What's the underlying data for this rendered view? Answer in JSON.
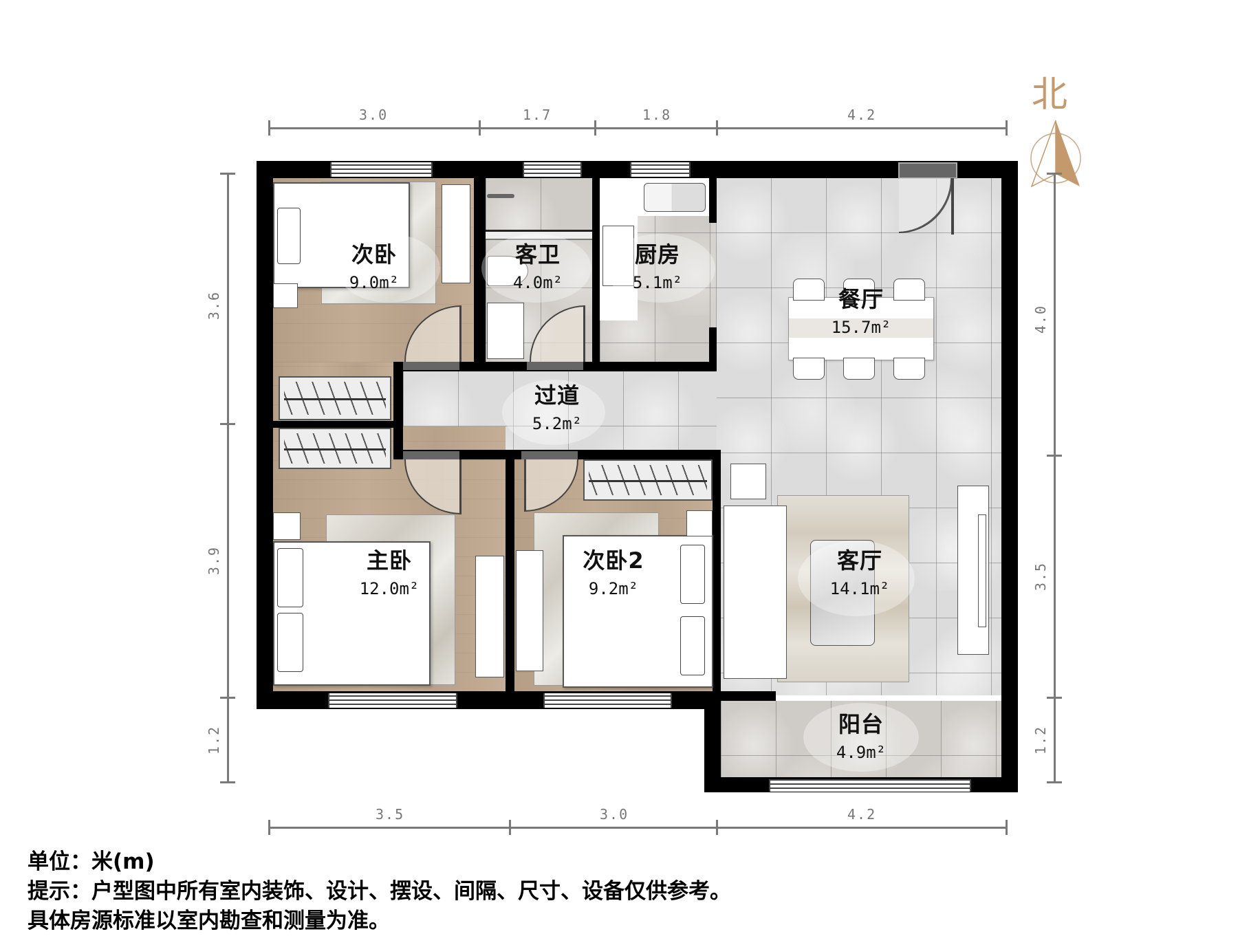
{
  "compass": {
    "label": "北",
    "color": "#c49a6c"
  },
  "dimensions": {
    "top": [
      "3.0",
      "1.7",
      "1.8",
      "4.2"
    ],
    "bottom": [
      "3.5",
      "3.0",
      "4.2"
    ],
    "left": [
      "3.6",
      "3.9",
      "1.2"
    ],
    "right": [
      "4.0",
      "3.5",
      "1.2"
    ]
  },
  "rooms": {
    "bedroom_secondary": {
      "name": "次卧",
      "area": "9.0m²"
    },
    "guest_bathroom": {
      "name": "客卫",
      "area": "4.0m²"
    },
    "kitchen": {
      "name": "厨房",
      "area": "5.1m²"
    },
    "dining_room": {
      "name": "餐厅",
      "area": "15.7m²"
    },
    "hallway": {
      "name": "过道",
      "area": "5.2m²"
    },
    "master_bedroom": {
      "name": "主卧",
      "area": "12.0m²"
    },
    "bedroom_secondary_2": {
      "name": "次卧2",
      "area": "9.2m²"
    },
    "living_room": {
      "name": "客厅",
      "area": "14.1m²"
    },
    "balcony": {
      "name": "阳台",
      "area": "4.9m²"
    }
  },
  "notes": {
    "unit": "单位：米(m)",
    "hint": "提示：户型图中所有室内装饰、设计、摆设、间隔、尺寸、设备仅供参考。",
    "disclaimer": "具体房源标准以室内勘查和测量为准。"
  },
  "colors": {
    "wall": "#000000",
    "wood_floor": "#bfa890",
    "tile_floor": "#dcdcdc",
    "dimension": "#7a7a7a"
  }
}
